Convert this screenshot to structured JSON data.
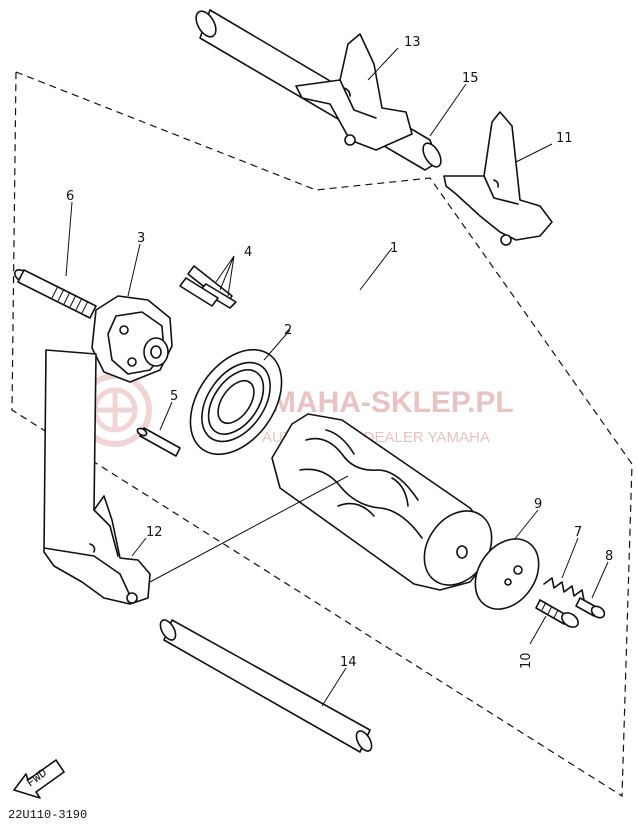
{
  "diagram_code": "22U110-3190",
  "watermark": {
    "brand": "YAMAHA-SKLEP.PL",
    "tagline": "AUTHORIZED DEALER YAMAHA"
  },
  "fwd_label": "FWD",
  "callouts": {
    "c1": "1",
    "c2": "2",
    "c3": "3",
    "c4": "4",
    "c5": "5",
    "c6": "6",
    "c7": "7",
    "c8": "8",
    "c9": "9",
    "c10": "10",
    "c11": "11",
    "c12": "12",
    "c13": "13",
    "c14": "14",
    "c15": "15"
  }
}
